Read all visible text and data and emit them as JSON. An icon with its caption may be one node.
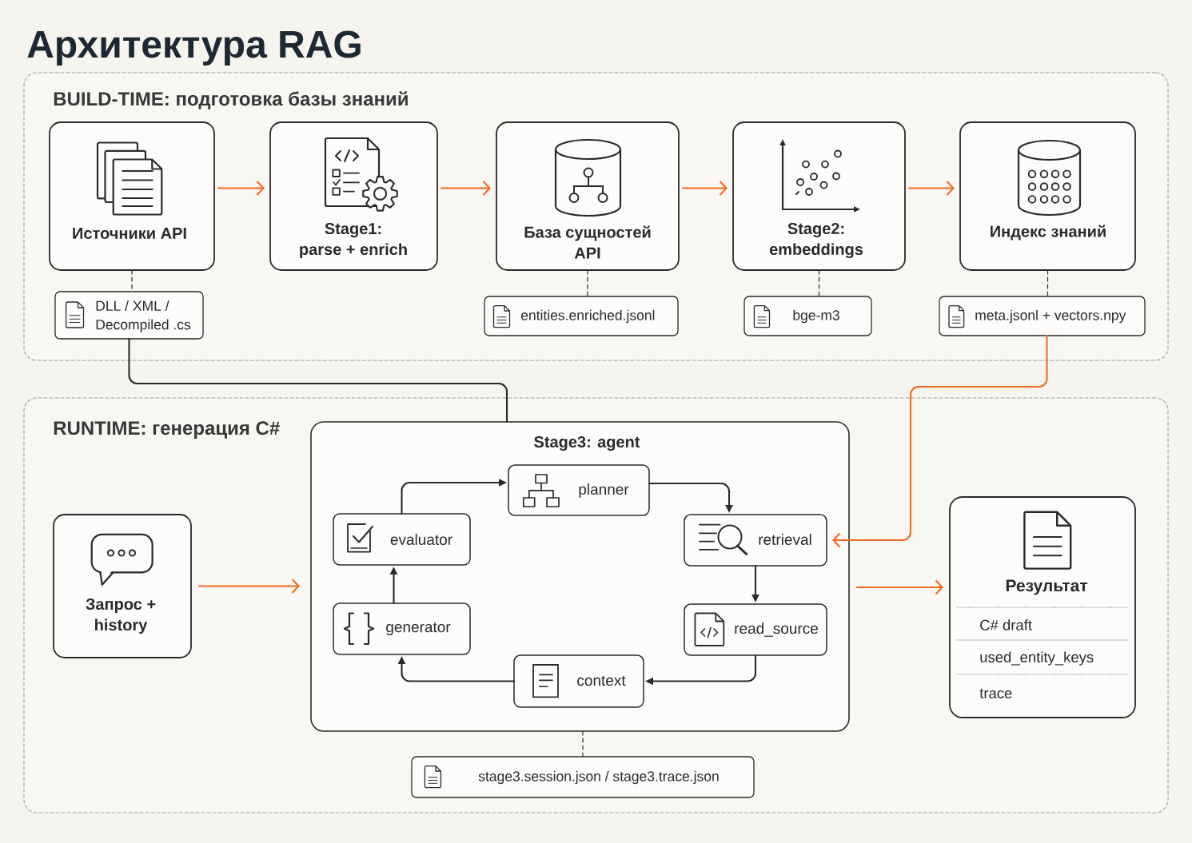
{
  "diagram": {
    "title": "Архитектура RAG",
    "nodes": [
      {
        "text": [
          "BUILD-TIME: подготовка базы знаний"
        ]
      },
      {
        "text": [
          "Источники API"
        ],
        "in": 0
      },
      {
        "text": [
          "Stage1: parse + enrich"
        ],
        "in": 0
      },
      {
        "text": [
          "База сущностей API"
        ],
        "in": 0
      },
      {
        "text": [
          "Stage2: embeddings"
        ],
        "in": 0
      },
      {
        "text": [
          "Индекс знаний"
        ],
        "in": 0
      },
      {
        "text": [
          "DLL / XML / Decompiled .cs"
        ],
        "in": 0
      },
      {
        "text": [
          "entities.enriched.jsonl"
        ],
        "in": 0
      },
      {
        "text": [
          "bge-m3"
        ],
        "in": 0
      },
      {
        "text": [
          "meta.jsonl + vectors.npy"
        ],
        "in": 0
      },
      {
        "text": [
          "RUNTIME: генерация C#"
        ]
      },
      {
        "text": [
          "Запрос + history"
        ],
        "in": 10
      },
      {
        "text": [
          "Stage3: agent"
        ],
        "in": 10
      },
      {
        "text": [
          "planner"
        ],
        "in": 12
      },
      {
        "text": [
          "evaluator"
        ],
        "in": 12
      },
      {
        "text": [
          "retrieval"
        ],
        "in": 12
      },
      {
        "text": [
          "generator"
        ],
        "in": 12
      },
      {
        "text": [
          "read_source"
        ],
        "in": 12
      },
      {
        "text": [
          "context"
        ],
        "in": 12
      },
      {
        "text": [
          "Результат",
          "C# draft",
          "used_entity_keys",
          "trace"
        ],
        "in": 10
      },
      {
        "text": [
          "stage3.session.json / stage3.trace.json"
        ],
        "in": 10
      }
    ],
    "edges": [
      {
        "from": 1,
        "to": 2,
        "arrow": "to",
        "color": "#f26b1f"
      },
      {
        "from": 2,
        "to": 3,
        "arrow": "to",
        "color": "#f26b1f"
      },
      {
        "from": 3,
        "to": 4,
        "arrow": "to",
        "color": "#f26b1f"
      },
      {
        "from": 4,
        "to": 5,
        "arrow": "to",
        "color": "#f26b1f"
      },
      {
        "from": 1,
        "to": 6,
        "arrow": "none",
        "style": "dashed"
      },
      {
        "from": 3,
        "to": 7,
        "arrow": "none",
        "style": "dashed"
      },
      {
        "from": 4,
        "to": 8,
        "arrow": "none",
        "style": "dashed"
      },
      {
        "from": 5,
        "to": 9,
        "arrow": "none",
        "style": "dashed"
      },
      {
        "from": 6,
        "to": 12,
        "arrow": "none"
      },
      {
        "from": 9,
        "to": 15,
        "arrow": "to",
        "color": "#f26b1f"
      },
      {
        "from": 11,
        "to": 12,
        "arrow": "to",
        "color": "#f26b1f"
      },
      {
        "from": 12,
        "to": 19,
        "arrow": "to",
        "color": "#f26b1f"
      },
      {
        "from": 14,
        "to": 13,
        "arrow": "to"
      },
      {
        "from": 13,
        "to": 15,
        "arrow": "to"
      },
      {
        "from": 15,
        "to": 17,
        "arrow": "to"
      },
      {
        "from": 17,
        "to": 18,
        "arrow": "to"
      },
      {
        "from": 18,
        "to": 16,
        "arrow": "to"
      },
      {
        "from": 16,
        "to": 14,
        "arrow": "to"
      },
      {
        "from": 12,
        "to": 20,
        "arrow": "none",
        "style": "dashed"
      }
    ]
  }
}
